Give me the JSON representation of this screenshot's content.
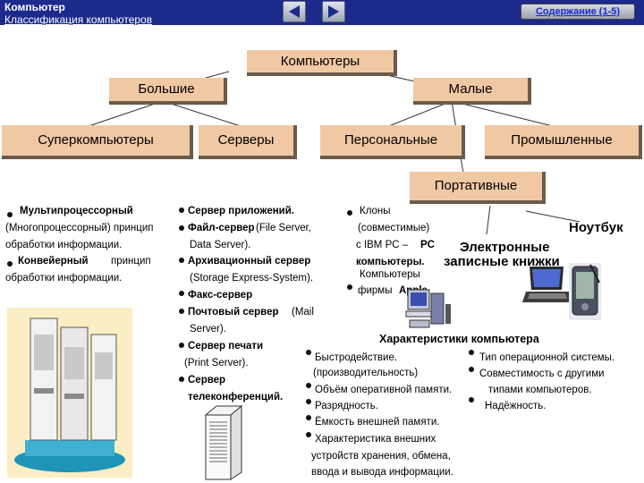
{
  "header": {
    "title": "Компьютер",
    "subtitle": "Классификация компьютеров",
    "contents_label": "Содержание (1-5)",
    "nav_prev_icon": "triangle-left-icon",
    "nav_next_icon": "triangle-right-icon"
  },
  "diagram": {
    "root": "Компьютеры",
    "large": "Большие",
    "small": "Малые",
    "supercomputers": "Суперкомпьютеры",
    "servers": "Серверы",
    "personal": "Персональные",
    "industrial": "Промышленные",
    "portable": "Портативные"
  },
  "super_text": {
    "l1_bold": "Мультипроцессорный",
    "l2": "(Многопроцессорный) принцип",
    "l3": "обработки информации.",
    "l4_bold": "Конвейерный",
    "l4_rest": "принцип",
    "l5": "обработки информации."
  },
  "servers_text": {
    "l1": "Сервер приложений.",
    "l2_bold": "Файл-сервер",
    "l2_rest": "(File Server,",
    "l3": "Data Server).",
    "l4": "Архивационный сервер",
    "l5": "(Storage Express-System).",
    "l6": "Факс-сервер",
    "l7_bold": "Почтовый сервер",
    "l7_rest": "(Mail",
    "l8": "Server).",
    "l9": "Сервер печати",
    "l10": "(Print Server).",
    "l11": "Сервер",
    "l12": "телеконференций."
  },
  "personal_text": {
    "l1": "Клоны",
    "l2": "(совместимые)",
    "l3_a": "с IBM PC –",
    "l3_b": "PC",
    "l4": "компьютеры.",
    "l5": "Компьютеры",
    "l6_a": "фирмы",
    "l6_b": "Apple"
  },
  "portable_text": {
    "notebook": "Ноутбук",
    "enb_l1": "Электронные",
    "enb_l2": "записные книжки"
  },
  "characteristics": {
    "title": "Характеристики компьютера",
    "left": {
      "l1": "Быстродействие.",
      "l2": "(производительность)",
      "l3": "Объём оперативной памяти.",
      "l4": "Разрядность.",
      "l5": "Ёмкость внешней памяти.",
      "l6": "Характеристика внешних",
      "l7": "устройств хранения, обмена,",
      "l8": "ввода и вывода информации."
    },
    "right": {
      "l1": "Тип операционной системы.",
      "l2": "Совместимость с другими",
      "l3": "типами компьютеров.",
      "l4": "Надёжность."
    }
  },
  "colors": {
    "header_bg": "#1c2a8c",
    "box_fill": "#f1c8a4",
    "box_shadow": "#6b5b4a",
    "link": "#1a2bd0"
  }
}
